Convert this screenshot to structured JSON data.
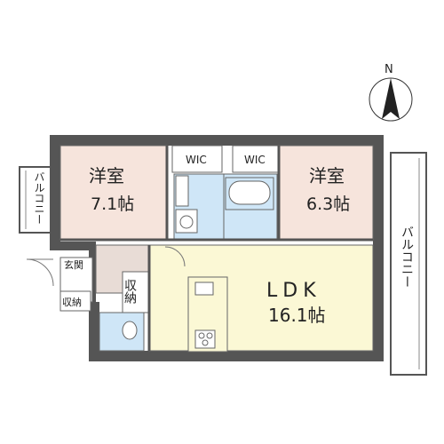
{
  "compass": {
    "label": "N"
  },
  "rooms": {
    "western_room_1": {
      "name": "洋室",
      "size": "7.1帖"
    },
    "western_room_2": {
      "name": "洋室",
      "size": "6.3帖"
    },
    "ldk": {
      "name": "LDK",
      "size": "16.1帖"
    },
    "wic_1": {
      "name": "WIC"
    },
    "wic_2": {
      "name": "WIC"
    },
    "entrance": {
      "name": "玄関"
    },
    "storage_small": {
      "name": "収納"
    },
    "storage_main": {
      "name": "収納"
    }
  },
  "balconies": {
    "left": {
      "name": "バルコニー"
    },
    "right": {
      "name": "バルコニー"
    }
  },
  "colors": {
    "wall": "#555555",
    "bedroom": "#f6e4dc",
    "ldk": "#fbf8d5",
    "water": "#cfe6f7",
    "entrance": "#e8dcd6",
    "exterior": "#ffffff"
  }
}
